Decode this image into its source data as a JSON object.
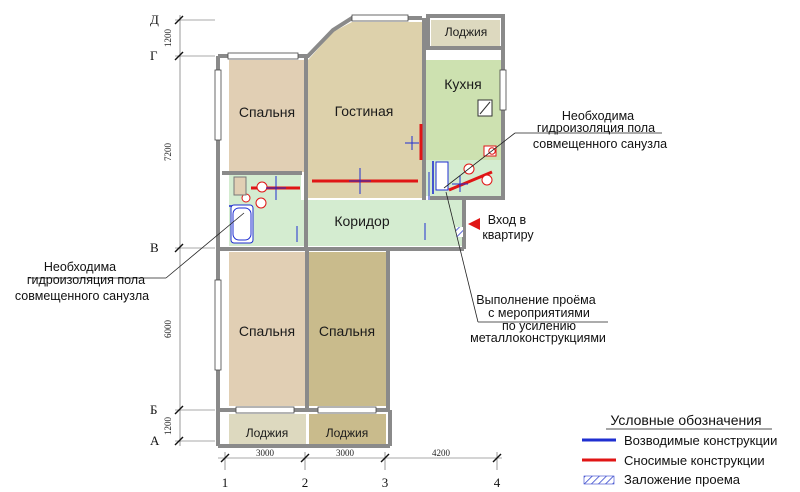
{
  "rooms": {
    "bedroom_top": "Спальня",
    "living": "Гостиная",
    "kitchen": "Кухня",
    "corridor": "Коридор",
    "bedroom_bottom_left": "Спальня",
    "bedroom_bottom_right": "Спальня",
    "loggia_top": "Лоджия",
    "loggia_bottom_left": "Лоджия",
    "loggia_bottom_right": "Лоджия"
  },
  "notes": {
    "waterproof_right": [
      "Необходима",
      "гидроизоляция пола",
      "совмещенного санузла"
    ],
    "waterproof_left": [
      "Необходима",
      "гидроизоляция пола",
      "совмещенного санузла"
    ],
    "entrance": [
      "Вход в",
      "квартиру"
    ],
    "opening": [
      "Выполнение проёма",
      "с мероприятиями",
      "по усилению",
      "металлоконструкциями"
    ]
  },
  "axes": {
    "rows": [
      "Д",
      "Г",
      "В",
      "Б",
      "А"
    ],
    "columns": [
      "1",
      "2",
      "3",
      "4"
    ]
  },
  "dimensions": {
    "vertical": [
      "1200",
      "7200",
      "6000",
      "1200"
    ],
    "horizontal": [
      "3000",
      "3000",
      "4200"
    ]
  },
  "legend": {
    "title": "Условные обозначения",
    "items": [
      {
        "label": "Возводимые конструкции",
        "color": "#1f2fd0",
        "style": "line"
      },
      {
        "label": "Сносимые конструкции",
        "color": "#e01515",
        "style": "line"
      },
      {
        "label": "Заложение проема",
        "color": "#3344cc",
        "style": "hatch"
      }
    ]
  },
  "colors": {
    "bedroom": "#e1cfb4",
    "living": "#ddd1ab",
    "kitchen": "#cde1b0",
    "corridor": "#d4ecd0",
    "loggia": "#ddd9bf",
    "bedroom_dark": "#c9bb8c",
    "wall": "#8a8a8a",
    "demolish": "#e01515",
    "build": "#1f2fd0"
  }
}
